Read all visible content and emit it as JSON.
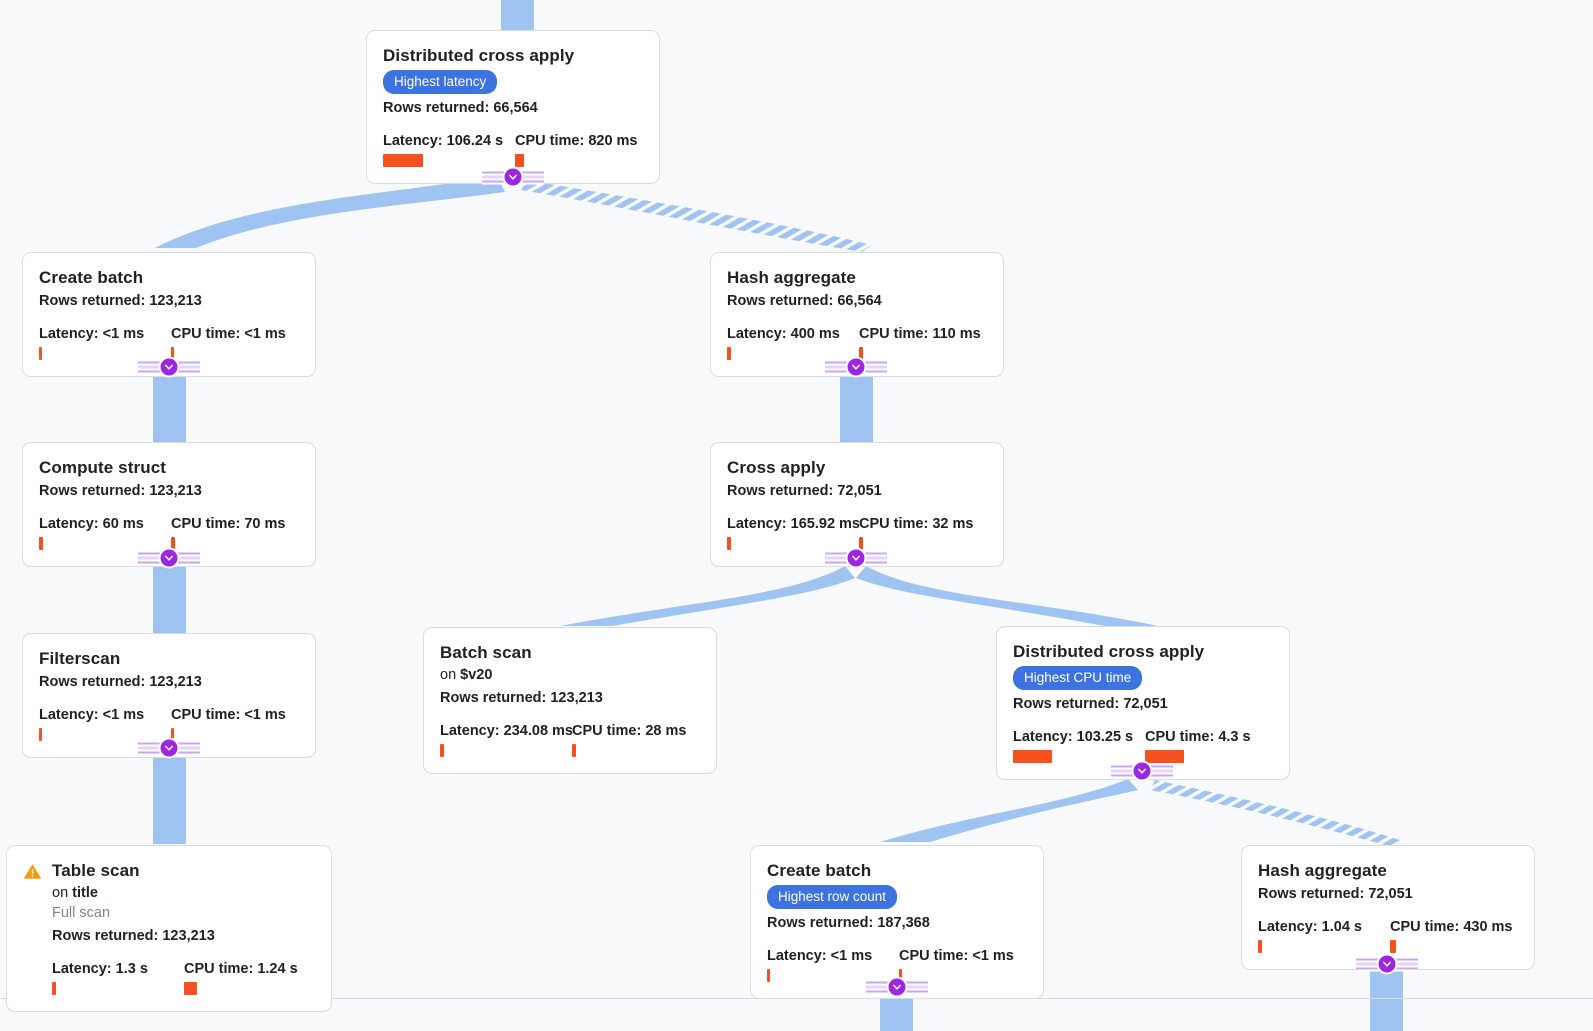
{
  "theme": {
    "background": "#f8f9fa",
    "card_background": "#ffffff",
    "card_border": "#dadce0",
    "badge_blue": "#3c73e0",
    "metric_orange": "#f4511e",
    "edge_blue": "#a0c4f2",
    "toggle_purple": "#9c27e0",
    "muted_text": "#80868b",
    "primary_text": "#202124",
    "warning_orange": "#f29900"
  },
  "labels": {
    "rows_prefix": "Rows returned:",
    "latency_prefix": "Latency:",
    "cpu_prefix": "CPU time:",
    "on_prefix": "on"
  },
  "nodes": [
    {
      "id": "root-distributed-cross-apply",
      "title": "Distributed cross apply",
      "badge": "Highest latency",
      "rows": "Rows returned: 66,564",
      "latency": "Latency: 106.24 s",
      "cpu": "CPU time: 820 ms",
      "latency_bar": 40,
      "cpu_bar": 9
    },
    {
      "id": "create-batch-left",
      "title": "Create batch",
      "rows": "Rows returned: 123,213",
      "latency": "Latency: <1 ms",
      "cpu": "CPU time: <1 ms",
      "latency_bar": 3,
      "cpu_bar": 3
    },
    {
      "id": "hash-aggregate-upper",
      "title": "Hash aggregate",
      "rows": "Rows returned: 66,564",
      "latency": "Latency: 400 ms",
      "cpu": "CPU time: 110 ms",
      "latency_bar": 4,
      "cpu_bar": 4
    },
    {
      "id": "compute-struct",
      "title": "Compute struct",
      "rows": "Rows returned: 123,213",
      "latency": "Latency: 60 ms",
      "cpu": "CPU time: 70 ms",
      "latency_bar": 4,
      "cpu_bar": 4
    },
    {
      "id": "cross-apply",
      "title": "Cross apply",
      "rows": "Rows returned: 72,051",
      "latency": "Latency: 165.92 ms",
      "cpu": "CPU time: 32 ms",
      "latency_bar": 4,
      "cpu_bar": 4
    },
    {
      "id": "filterscan",
      "title": "Filterscan",
      "rows": "Rows returned: 123,213",
      "latency": "Latency: <1 ms",
      "cpu": "CPU time: <1 ms",
      "latency_bar": 3,
      "cpu_bar": 3
    },
    {
      "id": "batch-scan",
      "title": "Batch scan",
      "subtitle_prefix": "on",
      "subtitle_value": "$v20",
      "rows": "Rows returned: 123,213",
      "latency": "Latency: 234.08 ms",
      "cpu": "CPU time: 28 ms",
      "latency_bar": 4,
      "cpu_bar": 4
    },
    {
      "id": "distributed-cross-apply-lower",
      "title": "Distributed cross apply",
      "badge": "Highest CPU time",
      "rows": "Rows returned: 72,051",
      "latency": "Latency: 103.25 s",
      "cpu": "CPU time: 4.3 s",
      "latency_bar": 39,
      "cpu_bar": 39
    },
    {
      "id": "table-scan",
      "title": "Table scan",
      "subtitle_prefix": "on",
      "subtitle_value": "title",
      "note": "Full scan",
      "warning": "warning-icon",
      "rows": "Rows returned: 123,213",
      "latency": "Latency: 1.3 s",
      "cpu": "CPU time: 1.24 s",
      "latency_bar": 4,
      "cpu_bar": 13
    },
    {
      "id": "create-batch-lower",
      "title": "Create batch",
      "badge": "Highest row count",
      "rows": "Rows returned: 187,368",
      "latency": "Latency: <1 ms",
      "cpu": "CPU time: <1 ms",
      "latency_bar": 3,
      "cpu_bar": 3
    },
    {
      "id": "hash-aggregate-lower",
      "title": "Hash aggregate",
      "rows": "Rows returned: 72,051",
      "latency": "Latency: 1.04 s",
      "cpu": "CPU time: 430 ms",
      "latency_bar": 4,
      "cpu_bar": 6
    }
  ]
}
